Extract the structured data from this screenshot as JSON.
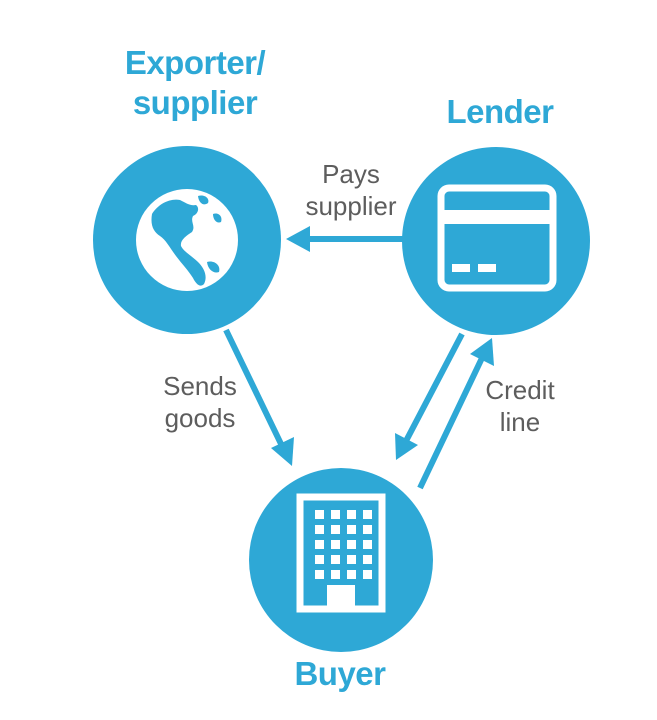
{
  "colors": {
    "accent": "#2ea8d6",
    "label_text": "#5d5d5d",
    "background": "#ffffff"
  },
  "nodes": {
    "exporter": {
      "title_line1": "Exporter/",
      "title_line2": "supplier",
      "icon": "globe-icon"
    },
    "lender": {
      "title": "Lender",
      "icon": "credit-card-icon"
    },
    "buyer": {
      "title": "Buyer",
      "icon": "office-building-icon"
    }
  },
  "edges": {
    "pays_supplier": {
      "line1": "Pays",
      "line2": "supplier"
    },
    "sends_goods": {
      "line1": "Sends",
      "line2": "goods"
    },
    "credit_line": {
      "line1": "Credit",
      "line2": "line"
    }
  }
}
